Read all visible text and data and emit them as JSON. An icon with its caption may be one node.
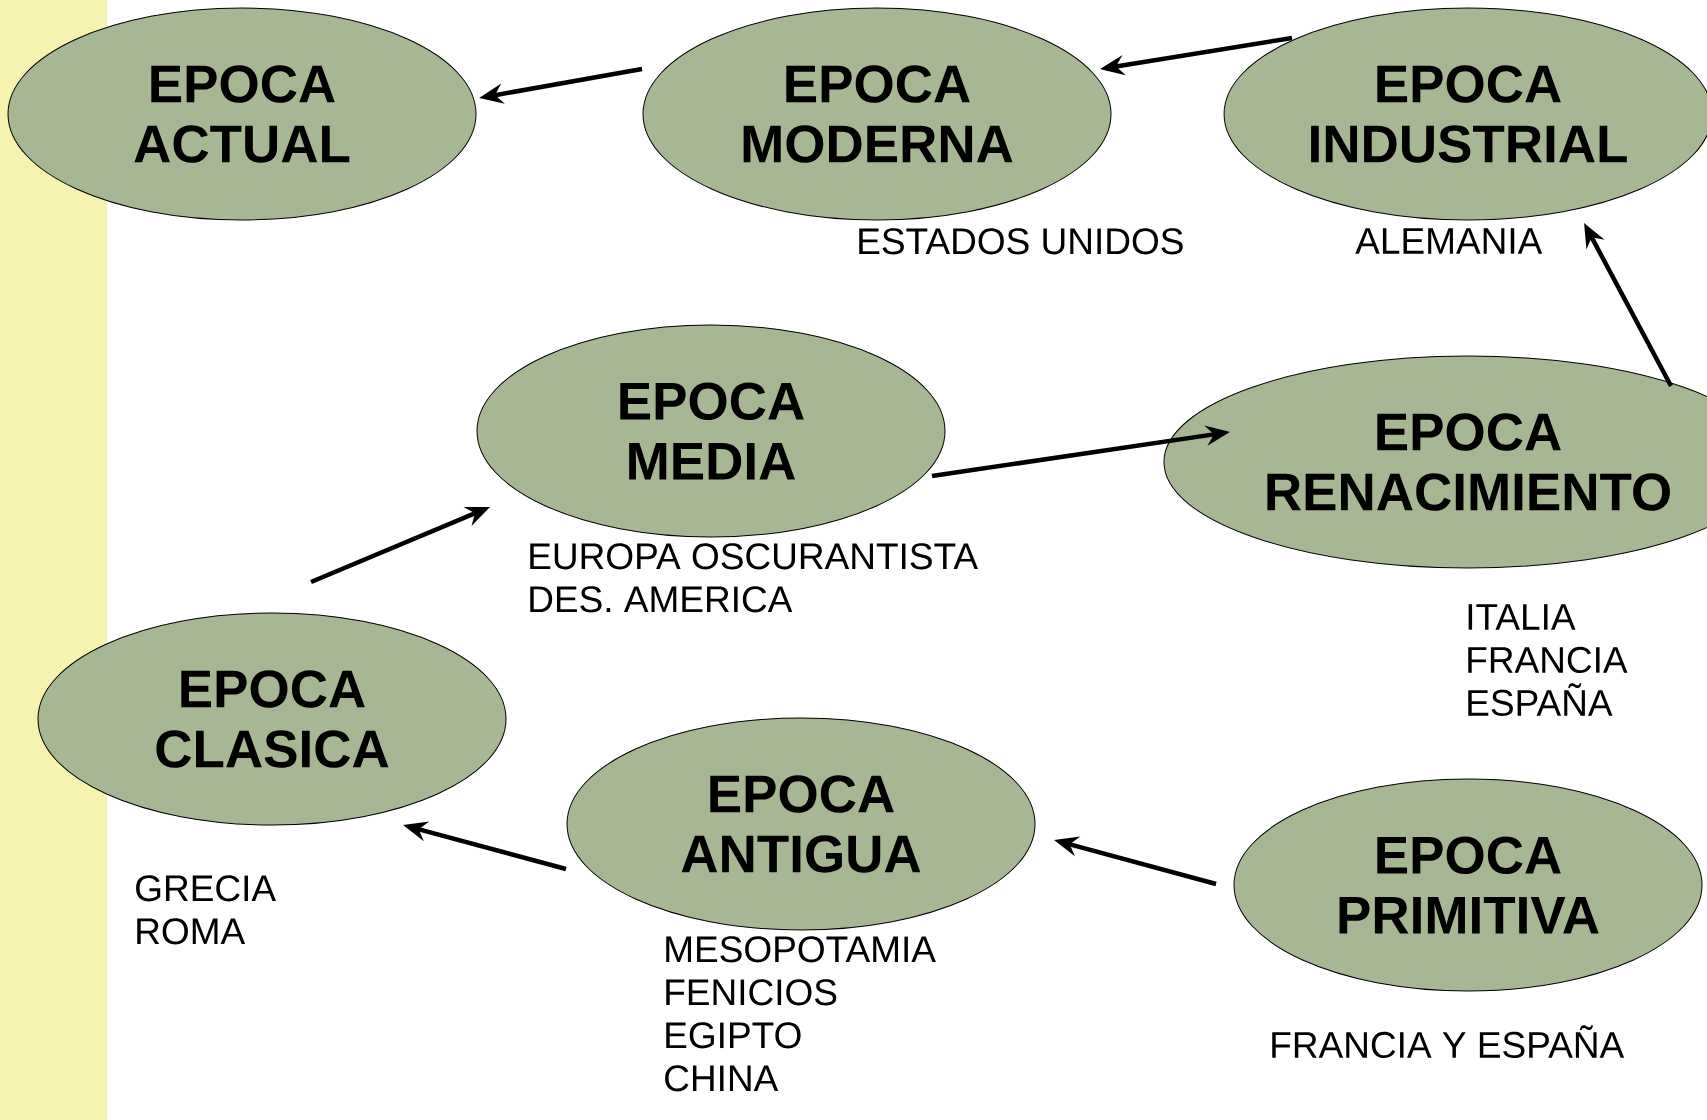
{
  "diagram": {
    "nodes": [
      {
        "text": [
          "EPOCA ACTUAL"
        ]
      },
      {
        "text": [
          "EPOCA MODERNA"
        ],
        "beside": [
          "ESTADOS UNIDOS"
        ]
      },
      {
        "text": [
          "EPOCA INDUSTRIAL"
        ],
        "beside": [
          "ALEMANIA"
        ]
      },
      {
        "text": [
          "EPOCA MEDIA"
        ],
        "beside": [
          "EUROPA OSCURANTISTA",
          "DES. AMERICA"
        ]
      },
      {
        "text": [
          "EPOCA RENACIMIENTO"
        ],
        "beside": [
          "ITALIA",
          "FRANCIA",
          "ESPAÑA"
        ]
      },
      {
        "text": [
          "EPOCA CLASICA"
        ],
        "beside": [
          "GRECIA",
          "ROMA"
        ]
      },
      {
        "text": [
          "EPOCA ANTIGUA"
        ],
        "beside": [
          "MESOPOTAMIA",
          "FENICIOS",
          "EGIPTO",
          "CHINA"
        ]
      },
      {
        "text": [
          "EPOCA PRIMITIVA"
        ],
        "beside": [
          "FRANCIA Y ESPAÑA"
        ]
      }
    ],
    "edges": [
      {
        "from": 2,
        "to": 1,
        "arrow": "to"
      },
      {
        "from": 1,
        "to": 0,
        "arrow": "to"
      },
      {
        "from": 4,
        "to": 2,
        "arrow": "to"
      },
      {
        "from": 3,
        "to": 4,
        "arrow": "to"
      },
      {
        "from": 5,
        "to": 3,
        "arrow": "to"
      },
      {
        "from": 6,
        "to": 5,
        "arrow": "to"
      },
      {
        "from": 7,
        "to": 6,
        "arrow": "to"
      }
    ]
  }
}
